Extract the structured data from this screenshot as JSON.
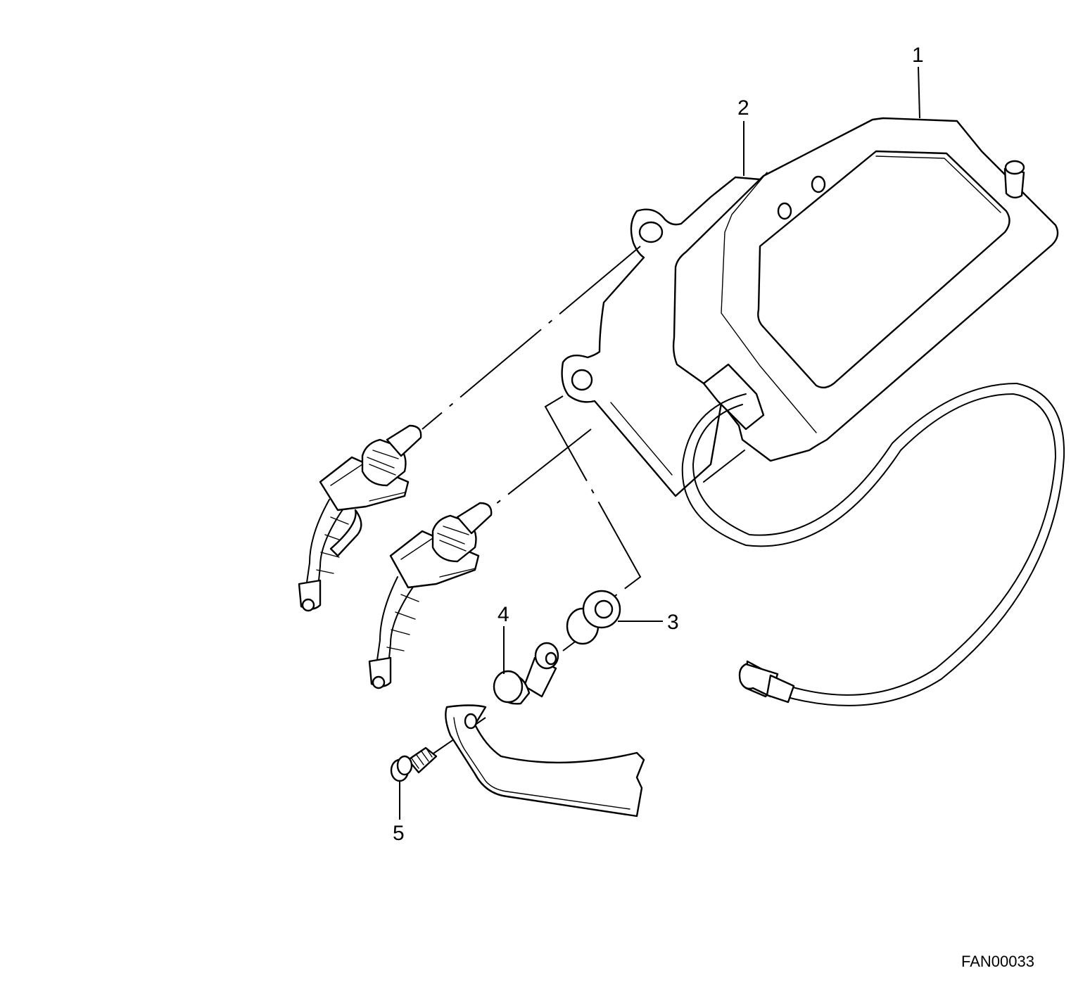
{
  "callouts": {
    "c1": "1",
    "c2": "2",
    "c3": "3",
    "c4": "4",
    "c5": "5"
  },
  "figure_code": "FAN00033"
}
